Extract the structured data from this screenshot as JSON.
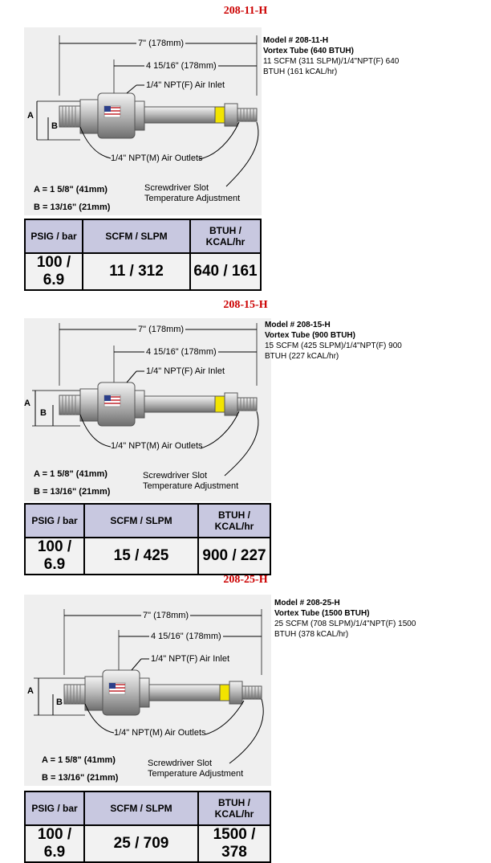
{
  "sections": [
    {
      "title": "208-11-H",
      "info": {
        "line1": "Model # 208-11-H",
        "line2": "Vortex Tube (640 BTUH)",
        "line3": "11 SCFM (311 SLPM)/1/4\"NPT(F) 640",
        "line4": "BTUH (161 kCAL/hr)"
      },
      "labels": {
        "length": "7\" (178mm)",
        "inner_length": "4 15/16\" (178mm)",
        "inlet": "1/4\" NPT(F) Air Inlet",
        "outlets": "1/4\" NPT(M) Air Outlets",
        "slot1": "Screwdriver Slot",
        "slot2": "Temperature Adjustment",
        "dim_a": "A",
        "dim_b": "B",
        "a_value": "A = 1 5/8\" (41mm)",
        "b_value": "B = 13/16\" (21mm)"
      },
      "table": {
        "headers": [
          "PSIG / bar",
          "SCFM / SLPM",
          "BTUH / KCAL/hr"
        ],
        "values": [
          "100 / 6.9",
          "11  /  312",
          "640  /  161"
        ]
      }
    },
    {
      "title": "208-15-H",
      "info": {
        "line1": "Model # 208-15-H",
        "line2": "Vortex Tube (900 BTUH)",
        "line3": "15 SCFM (425 SLPM)/1/4\"NPT(F) 900",
        "line4": "BTUH (227 kCAL/hr)"
      },
      "labels": {
        "length": "7\" (178mm)",
        "inner_length": "4 15/16\" (178mm)",
        "inlet": "1/4\" NPT(F) Air Inlet",
        "outlets": "1/4\" NPT(M) Air Outlets",
        "slot1": "Screwdriver Slot",
        "slot2": "Temperature Adjustment",
        "dim_a": "A",
        "dim_b": "B",
        "a_value": "A = 1 5/8\" (41mm)",
        "b_value": "B = 13/16\" (21mm)"
      },
      "table": {
        "headers": [
          "PSIG / bar",
          "SCFM / SLPM",
          "BTUH / KCAL/hr"
        ],
        "values": [
          "100 / 6.9",
          "15  /  425",
          "900  /  227"
        ]
      }
    },
    {
      "title": "208-25-H",
      "info": {
        "line1": "Model # 208-25-H",
        "line2": "Vortex Tube (1500 BTUH)",
        "line3": "25 SCFM (708 SLPM)/1/4\"NPT(F) 1500",
        "line4": "BTUH (378 kCAL/hr)"
      },
      "labels": {
        "length": "7\" (178mm)",
        "inner_length": "4 15/16\" (178mm)",
        "inlet": "1/4\" NPT(F) Air Inlet",
        "outlets": "1/4\" NPT(M) Air Outlets",
        "slot1": "Screwdriver Slot",
        "slot2": "Temperature Adjustment",
        "dim_a": "A",
        "dim_b": "B",
        "a_value": "A = 1 5/8\" (41mm)",
        "b_value": "B = 13/16\" (21mm)"
      },
      "table": {
        "headers": [
          "PSIG / bar",
          "SCFM / SLPM",
          "BTUH / KCAL/hr"
        ],
        "values": [
          "100 / 6.9",
          "25  /  709",
          "1500 / 378"
        ]
      }
    }
  ]
}
